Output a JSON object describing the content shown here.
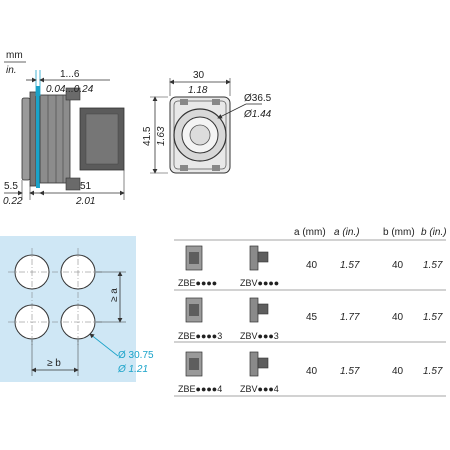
{
  "units": {
    "mm": "mm",
    "in": "in."
  },
  "side_view": {
    "dim_1_6": "1...6",
    "dim_1_6_in": "0.04...0.24",
    "dim_5_5": "5.5",
    "dim_5_5_in": "0.22",
    "dim_51": "51",
    "dim_51_in": "2.01"
  },
  "front_view": {
    "dim_30": "30",
    "dim_30_in": "1.18",
    "dim_41_5": "41.5",
    "dim_41_5_in": "1.63",
    "dim_d36_5": "Ø36.5",
    "dim_d36_5_in": "Ø1.44"
  },
  "cutout": {
    "dim_a": "≥ a",
    "dim_b": "≥ b",
    "dim_hole": "Ø 30.75",
    "dim_hole_in": "Ø 1.21"
  },
  "table": {
    "headers": [
      "a (mm)",
      "a (in.)",
      "b (mm)",
      "b (in.)"
    ],
    "rows": [
      {
        "label1": "ZBE●●●●",
        "label2": "ZBV●●●●",
        "a_mm": "40",
        "a_in": "1.57",
        "b_mm": "40",
        "b_in": "1.57"
      },
      {
        "label1": "ZBE●●●●3",
        "label2": "ZBV●●●3",
        "a_mm": "45",
        "a_in": "1.77",
        "b_mm": "40",
        "b_in": "1.57"
      },
      {
        "label1": "ZBE●●●●4",
        "label2": "ZBV●●●4",
        "a_mm": "40",
        "a_in": "1.57",
        "b_mm": "40",
        "b_in": "1.57"
      }
    ]
  },
  "colors": {
    "accent": "#1aa3c9",
    "panel": "#cfe7f5",
    "line": "#333333"
  }
}
